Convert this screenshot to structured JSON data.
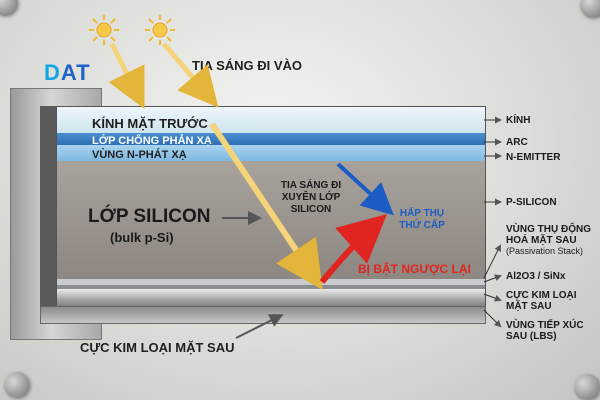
{
  "logo": {
    "text_d": "D",
    "text_rest": "AT"
  },
  "top_label": "TIA SÁNG ĐI VÀO",
  "layers": {
    "glass": "KÍNH MẶT TRƯỚC",
    "arc": "LỚP CHỐNG PHẢN XẠ",
    "n_emitter": "VÙNG N-PHÁT XẠ",
    "silicon_title": "LỚP SILICON",
    "silicon_sub": "(bulk p-Si)"
  },
  "annotations": {
    "through": "TIA SÁNG ĐI XUYÊN LỚP SILICON",
    "secondary": "HẤP THỤ THỨ CẤP",
    "reflected": "BỊ BẬT NGƯỢC LẠI",
    "bottom": "CỰC KIM LOẠI MẶT SAU"
  },
  "right_labels": [
    {
      "key": "glass",
      "text": "KÍNH"
    },
    {
      "key": "arc",
      "text": "ARC"
    },
    {
      "key": "nemitter",
      "text": "N-EMITTER"
    },
    {
      "key": "psilicon",
      "text": "P-SILICON"
    },
    {
      "key": "passivation",
      "text": "VÙNG THỤ ĐỘNG HOÁ MẶT SAU",
      "sub": "(Passivation Stack)"
    },
    {
      "key": "al2o3",
      "text": "Al2O3 / SiNx"
    },
    {
      "key": "rear_metal",
      "text": "CỰC KIM LOẠI MẶT SAU"
    },
    {
      "key": "lbs",
      "text": "VÙNG TIẾP XÚC SAU (LBS)"
    }
  ],
  "colors": {
    "logo_blue": "#1e63c8",
    "sun_yellow": "#f2c94c",
    "reflect_red": "#e0241f",
    "secondary_blue": "#1c5cc4"
  }
}
